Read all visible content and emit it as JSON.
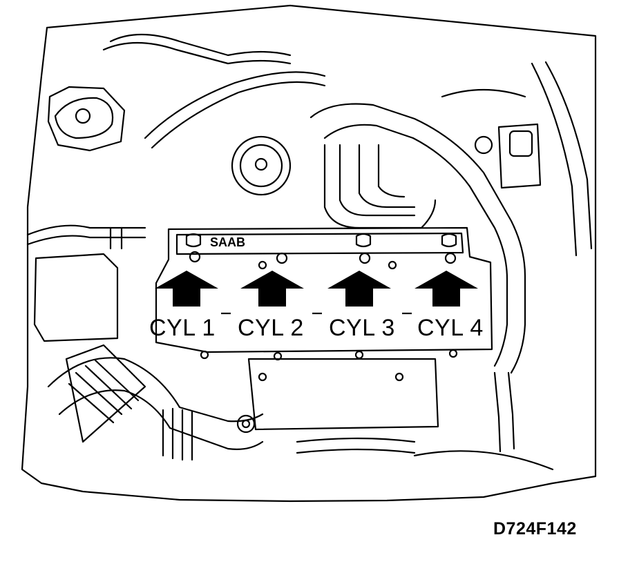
{
  "figure": {
    "brand_text": "SAAB",
    "code": "D724F142"
  },
  "cylinders": [
    {
      "label": "CYL 1"
    },
    {
      "label": "CYL 2"
    },
    {
      "label": "CYL 3"
    },
    {
      "label": "CYL 4"
    }
  ],
  "colors": {
    "line": "#000000",
    "background": "#ffffff"
  }
}
